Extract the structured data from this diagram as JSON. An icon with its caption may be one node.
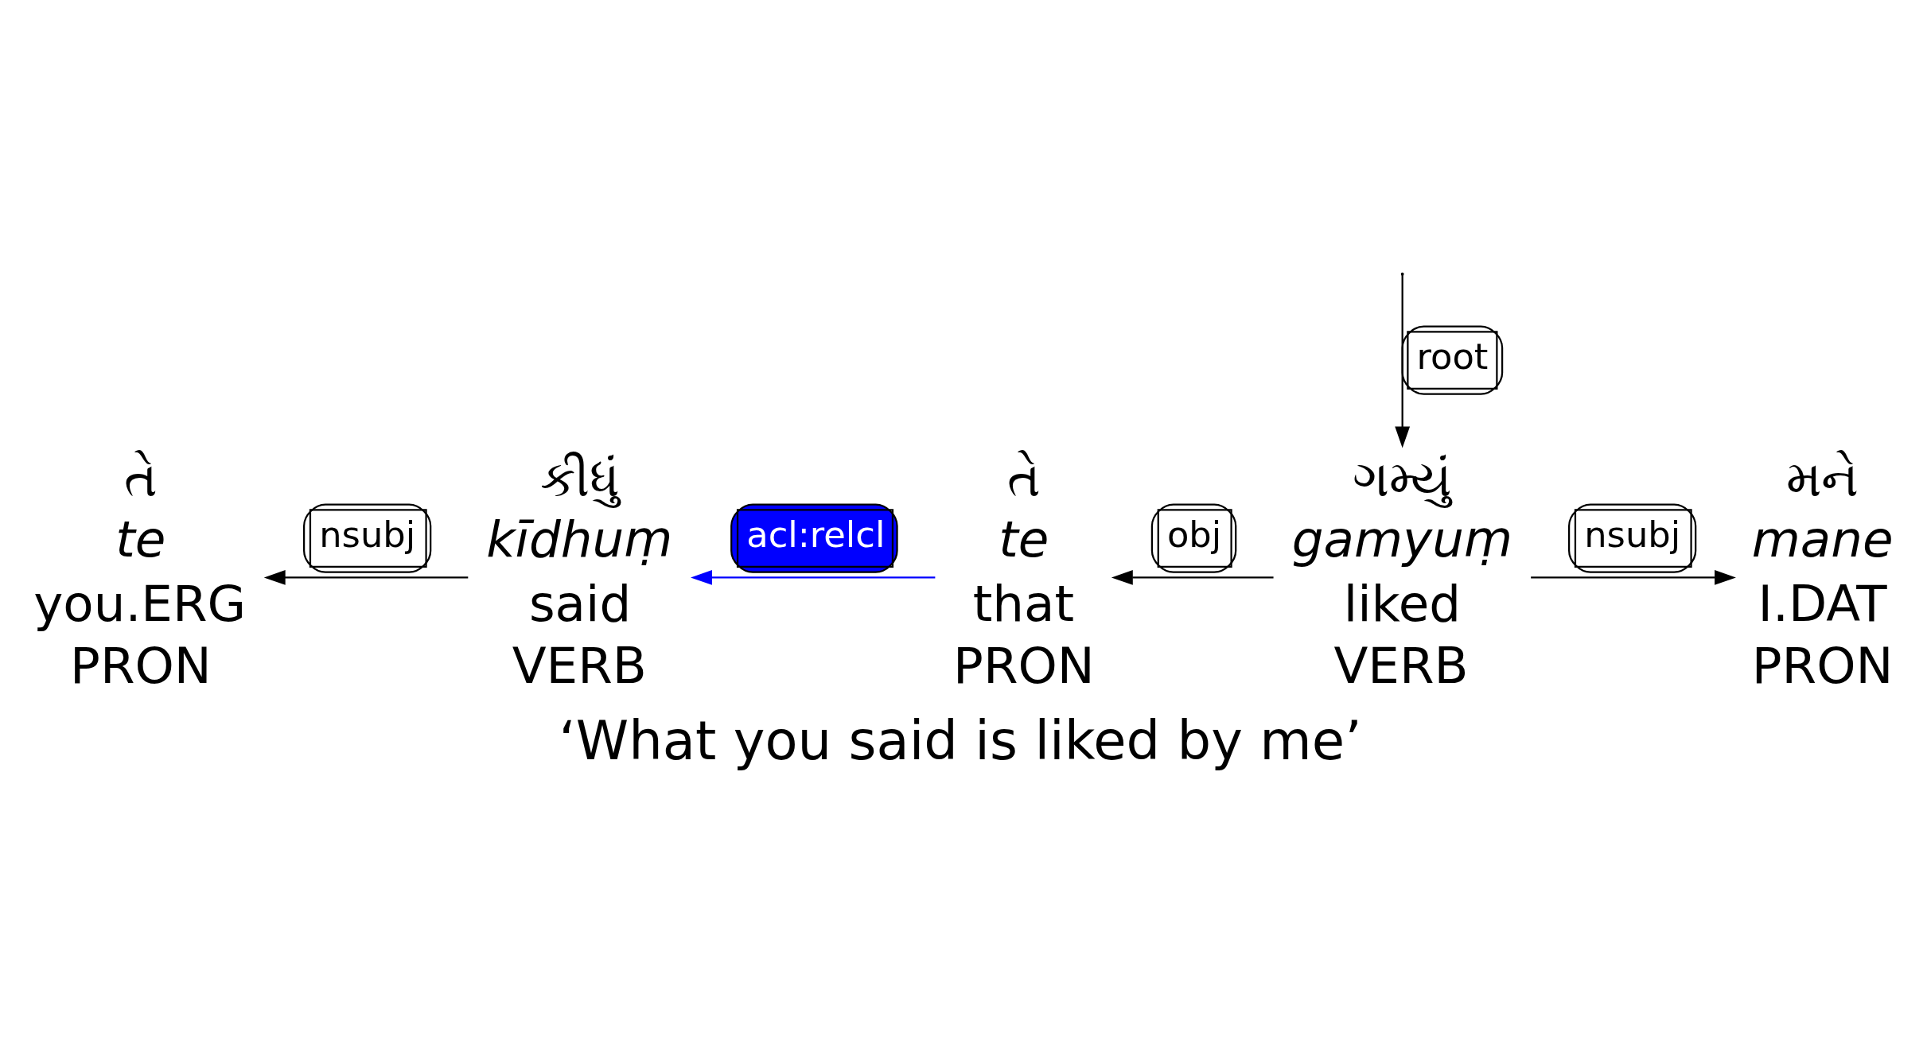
{
  "diagram": {
    "caption": "‘What you said is liked by me’",
    "nodes": [
      {
        "text": [
          "તે",
          "te",
          "you.ERG",
          "PRON"
        ]
      },
      {
        "text": [
          "કીધું",
          "kīdhuṃ",
          "said",
          "VERB"
        ]
      },
      {
        "text": [
          "તે",
          "te",
          "that",
          "PRON"
        ]
      },
      {
        "text": [
          "મને",
          "mane",
          "I.DAT",
          "PRON"
        ]
      },
      {
        "text": [
          "ગમ્યું",
          "gamyuṃ",
          "liked",
          "VERB"
        ]
      }
    ],
    "edges": [
      {
        "from": 1,
        "to": 0,
        "arrow": "to",
        "label": "nsubj"
      },
      {
        "from": 2,
        "to": 1,
        "arrow": "to",
        "label": "acl:relcl",
        "color": "#0000ff"
      },
      {
        "from": 4,
        "to": 2,
        "arrow": "to",
        "label": "obj"
      },
      {
        "from": 4,
        "to": 3,
        "arrow": "to",
        "label": "nsubj"
      },
      {
        "from": null,
        "to": 4,
        "arrow": "to",
        "label": "root"
      }
    ]
  }
}
